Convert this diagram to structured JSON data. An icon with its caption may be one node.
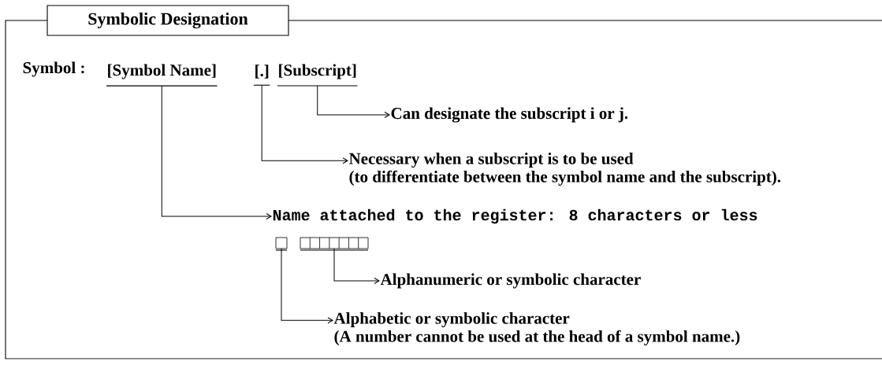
{
  "diagram": {
    "title": "Symbolic Designation",
    "nodes": [
      {
        "text": [
          "[Symbol Name]"
        ]
      },
      {
        "text": [
          "[.]"
        ]
      },
      {
        "text": [
          "[Subscript]"
        ]
      },
      {
        "text": [
          "Can designate the subscript i or j."
        ]
      },
      {
        "text": [
          "Necessary when a subscript is to be used",
          "(to differentiate between the symbol name and the subscript)."
        ]
      },
      {
        "text": [
          "Name attached to the register: 8 characters or less"
        ]
      },
      {
        "text": [],
        "shape": "box"
      },
      {
        "text": [],
        "shape": "box"
      },
      {
        "text": [
          "Alphanumeric or symbolic character"
        ]
      },
      {
        "text": [
          "Alphabetic or symbolic character",
          "(A number cannot be used at the head of a symbol name.)"
        ]
      }
    ],
    "edges": [
      {
        "from": 2,
        "to": 3,
        "arrow": "to"
      },
      {
        "from": 1,
        "to": 4,
        "arrow": "to"
      },
      {
        "from": 0,
        "to": 5,
        "arrow": "to"
      },
      {
        "from": 7,
        "to": 8,
        "arrow": "to"
      },
      {
        "from": 6,
        "to": 9,
        "arrow": "to"
      }
    ],
    "labels": [
      "Symbol :"
    ]
  }
}
